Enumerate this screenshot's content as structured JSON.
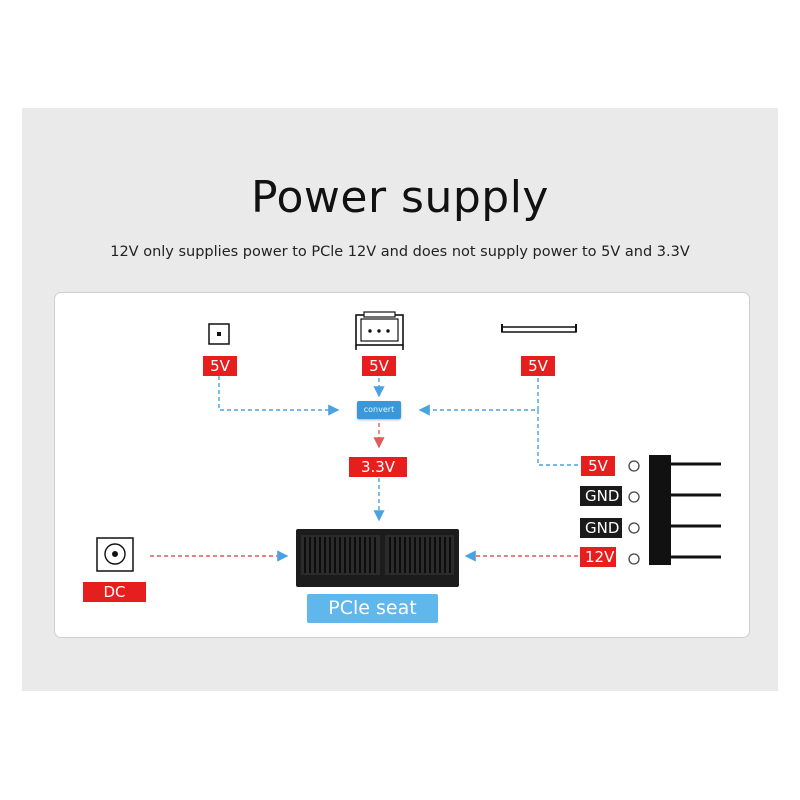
{
  "title": "Power supply",
  "subtitle": "12V only supplies power to PCle 12V and does not supply power to 5V and 3.3V",
  "connectors": {
    "small_5v": "5V",
    "fan_5v": "5V",
    "fpc_5v": "5V",
    "converted_3v3": "3.3V",
    "dc_12v": "DC 12V"
  },
  "convert_label": "convert",
  "pins": [
    "5V",
    "GND",
    "GND",
    "12V"
  ],
  "pcie_label": "PCle seat",
  "colors": {
    "red": "#e61e1e",
    "blue_line": "#4aa3e0",
    "red_line": "#e05a5a",
    "blue_label": "#5fb7ec"
  }
}
